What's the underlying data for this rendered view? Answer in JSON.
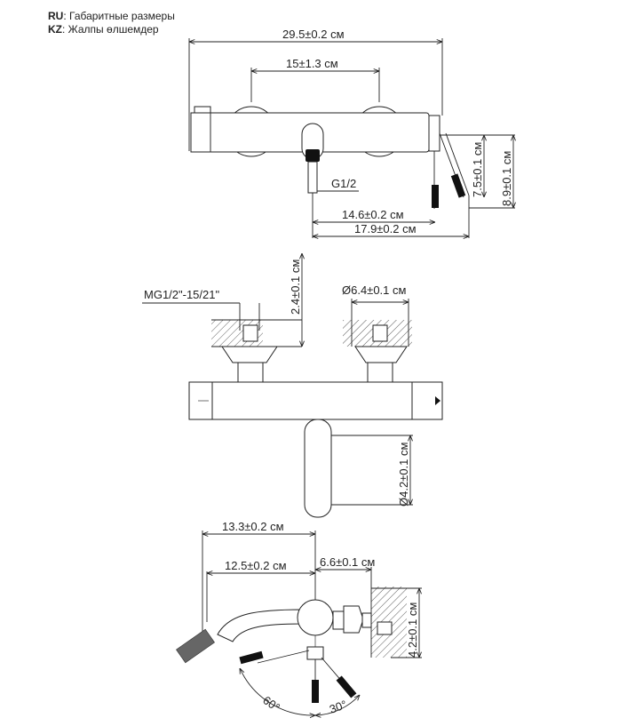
{
  "header": {
    "ru_code": "RU",
    "ru_text": ": Габаритные размеры",
    "kz_code": "KZ",
    "kz_text": ": Жалпы өлшемдер"
  },
  "top_view": {
    "overall_width": "29.5±0.2 см",
    "inlet_spacing": "15±1.3 см",
    "thread": "G1/2",
    "spout_to_handle": "14.6±0.2 см",
    "center_to_handle": "17.9±0.2 см",
    "handle_height": "7.5±0.1 см",
    "total_height": "8.9±0.1 см"
  },
  "front_view": {
    "eccentric_thread": "MG1/2\"-15/21\"",
    "flange_diameter": "Ø6.4±0.1 см",
    "eccentric_depth": "2.4±0.1 см",
    "spout_diameter": "Ø4.2±0.1 см"
  },
  "side_view": {
    "spout_reach": "13.3±0.2 см",
    "spout_length": "12.5±0.2 см",
    "wall_offset": "6.6±0.1 см",
    "body_height": "4.2±0.1 см",
    "angle_left": "60°",
    "angle_right": "30°"
  }
}
